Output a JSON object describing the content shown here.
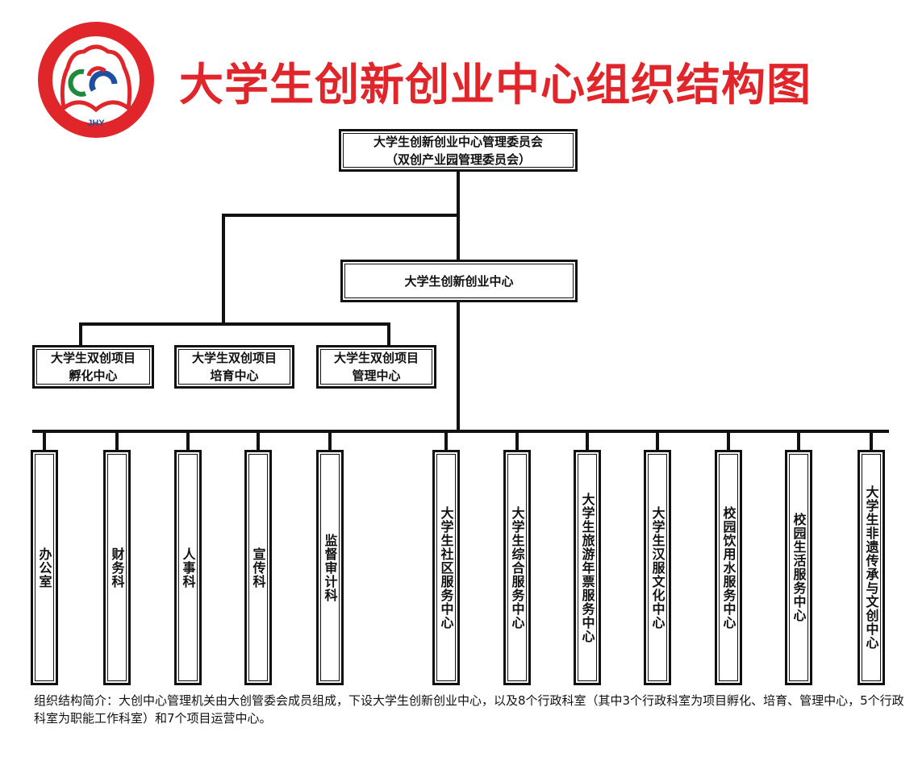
{
  "header": {
    "title": "大学生创新创业中心组织结构图",
    "logo_text": "JHY",
    "logo_colors": {
      "red": "#e0262a",
      "blue": "#1f4fa0",
      "green": "#1e8a3c"
    }
  },
  "top": {
    "line1": "大学生创新创业中心管理委员会",
    "line2": "（双创产业园管理委员会）"
  },
  "center": {
    "label": "大学生创新创业中心"
  },
  "project_centers": [
    {
      "line1": "大学生双创项目",
      "line2": "孵化中心"
    },
    {
      "line1": "大学生双创项目",
      "line2": "培育中心"
    },
    {
      "line1": "大学生双创项目",
      "line2": "管理中心"
    }
  ],
  "departments": [
    "办公室",
    "财务科",
    "人事科",
    "宣传科",
    "监督审计科",
    "大学生社区服务中心",
    "大学生综合服务中心",
    "大学生旅游年票服务中心",
    "大学生汉服文化中心",
    "校园饮用水服务中心",
    "校园生活服务中心",
    "大学生非遗传承与文创中心"
  ],
  "note": {
    "text": "组织结构简介：大创中心管理机关由大创管委会成员组成，下设大学生创新创业中心，以及8个行政科室（其中3个行政科室为项目孵化、培育、管理中心，5个行政科室为职能工作科室）和7个项目运营中心。"
  }
}
